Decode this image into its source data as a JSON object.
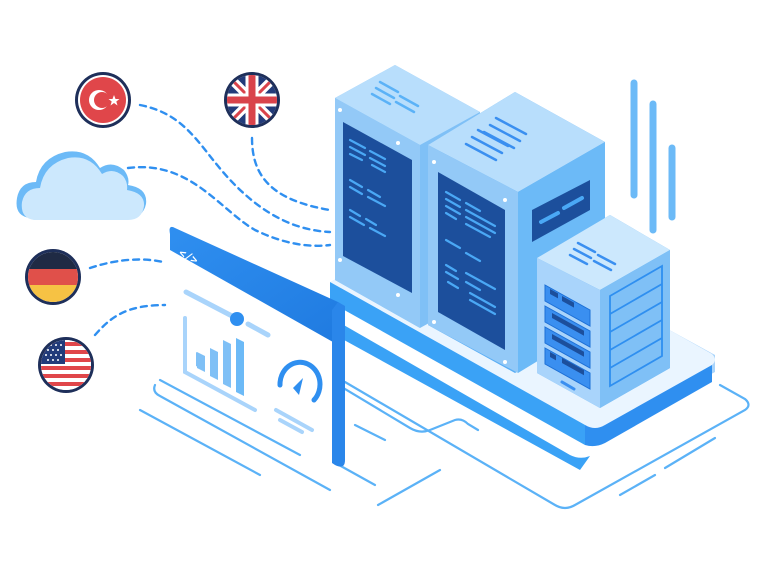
{
  "illustration": {
    "subject": "Isometric server hosting illustration",
    "colors": {
      "primary": "#2f8ff0",
      "primary_dark": "#1a5fb4",
      "screen_dark": "#1c4f9c",
      "light": "#a9d4fb",
      "lighter": "#d6ecff",
      "line": "#4aa8f5",
      "flag_red": "#e0464a",
      "flag_border": "#1e2f5a"
    },
    "flags": [
      {
        "name": "turkey",
        "label": "TR"
      },
      {
        "name": "united-kingdom",
        "label": "UK"
      },
      {
        "name": "germany",
        "label": "DE"
      },
      {
        "name": "united-states",
        "label": "US"
      }
    ],
    "cloud": {
      "name": "cloud"
    },
    "code_panel": {
      "code_symbol": "</>"
    },
    "dashboard": {
      "bar_values": [
        2,
        3,
        4,
        5
      ],
      "gauge": "speed-gauge"
    },
    "servers": [
      {
        "name": "server-tower-left"
      },
      {
        "name": "server-tower-center"
      },
      {
        "name": "server-unit-small"
      }
    ]
  }
}
